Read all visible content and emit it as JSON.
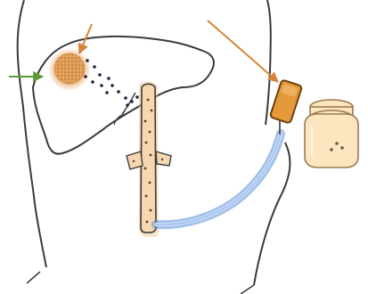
{
  "diagram": {
    "labels": [],
    "colors": {
      "outline": "#3a3a3a",
      "tumor": "#e6a15a",
      "tumor_dot": "#8a5c2a",
      "arrow_orange": "#d9843a",
      "arrow_green": "#5c9a3c",
      "seed_dot": "#1f2340",
      "vein_fill": "#f2c186",
      "vein_dot": "#5a3f2a",
      "catheter_outer": "#5b8fd6",
      "catheter_inner": "#cfe2ff",
      "jar_fill": "#fbe6bf",
      "jar_stroke": "#9a7a52",
      "injector_fill": "#e59a3a",
      "injector_stroke": "#6b3f12"
    },
    "icons": [
      "torso-outline",
      "liver-outline",
      "liver-tumor",
      "seed-dots",
      "portal-vein",
      "catheter",
      "injector-device",
      "seed-jar",
      "orange-arrow-tumor",
      "orange-arrow-injector",
      "green-arrow-liver"
    ]
  }
}
